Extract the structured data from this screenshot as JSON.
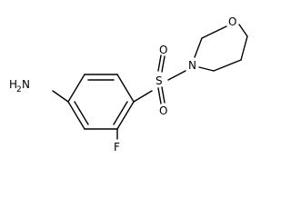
{
  "molecule": {
    "atoms": {
      "amine_n": "N",
      "amine_h": "H",
      "amine_h_count": "2",
      "fluorine": "F",
      "sulfur": "S",
      "sulfonyl_o_top": "O",
      "sulfonyl_o_bottom": "O",
      "morpholine_n": "N",
      "morpholine_o": "O"
    }
  }
}
